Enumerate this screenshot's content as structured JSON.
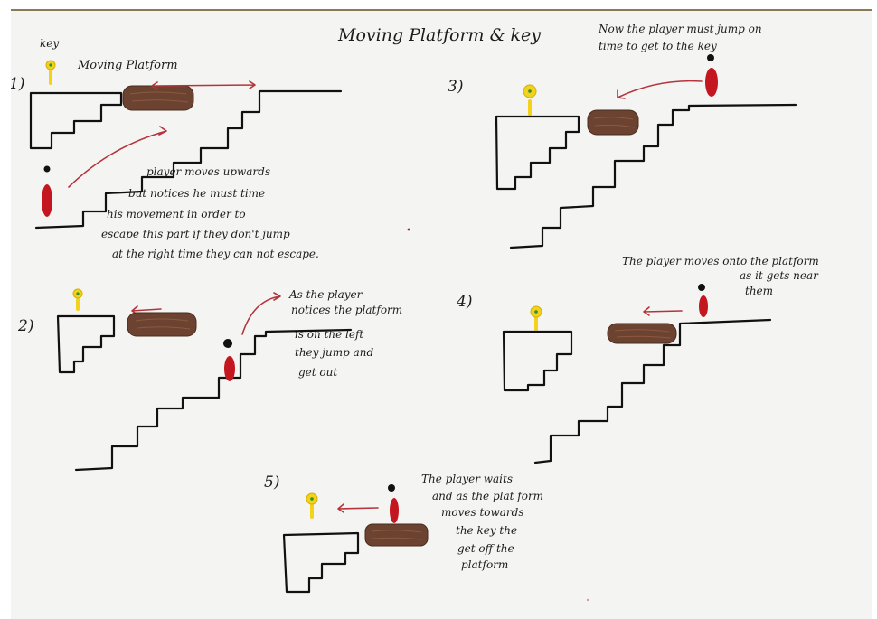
{
  "title": "Moving Platform & key",
  "key_label": "key",
  "panels": [
    {
      "step": "1)",
      "label": "Moving Platform",
      "note_lines": [
        "player moves upwards",
        "but notices he must time",
        "his movement in order to",
        "escape this part if they don't jump",
        "at the right time they can not escape."
      ]
    },
    {
      "step": "2)",
      "note_lines": [
        "As the player",
        "notices the platform",
        "is on the left",
        "they jump and",
        "get out"
      ]
    },
    {
      "step": "3)",
      "note_lines": [
        "Now the player must jump on",
        "time to get to the key"
      ]
    },
    {
      "step": "4)",
      "note_lines": [
        "The player moves onto the platform",
        "as it gets near",
        "them"
      ]
    },
    {
      "step": "5)",
      "note_lines": [
        "The player waits",
        "and as the plat form",
        "moves towards",
        "the key the",
        "get off the",
        "platform"
      ]
    }
  ],
  "colors": {
    "paper": "#f4f4f2",
    "ink": "#111111",
    "arrow_red": "#b5343b",
    "platform_brown": "#6b4330",
    "player_red": "#c4161f",
    "key_yellow": "#f2d21a"
  }
}
